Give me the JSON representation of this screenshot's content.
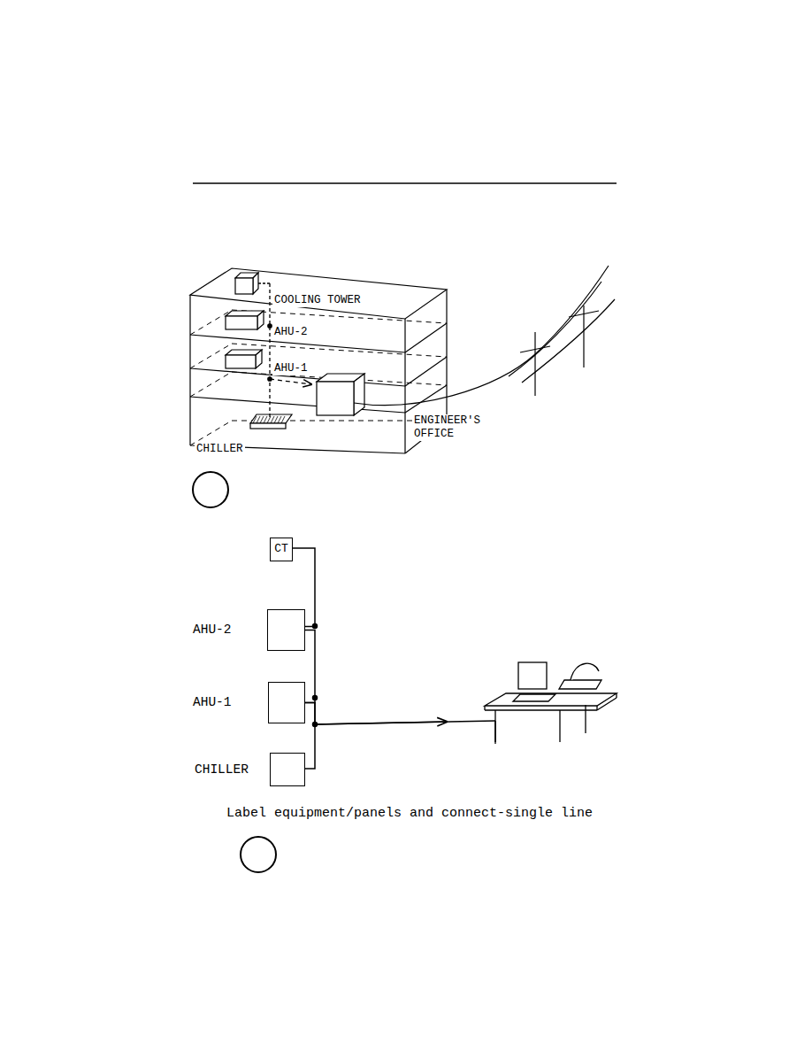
{
  "diagram": {
    "caption": "Label equipment/panels and connect-single line",
    "nodes": [
      {
        "text": [
          "CT"
        ]
      },
      {
        "text": [
          "AHU-2"
        ]
      },
      {
        "text": [
          "AHU-1"
        ]
      },
      {
        "text": [
          "CHILLER"
        ]
      }
    ],
    "edges": [
      {
        "from": 0,
        "to": 1,
        "arrow": "none"
      },
      {
        "from": 1,
        "to": 2,
        "arrow": "none"
      },
      {
        "from": 2,
        "to": 3,
        "arrow": "none"
      }
    ],
    "labels": [
      "COOLING TOWER",
      "AHU-2",
      "AHU-1",
      "ENGINEER'S OFFICE",
      "CHILLER"
    ]
  }
}
